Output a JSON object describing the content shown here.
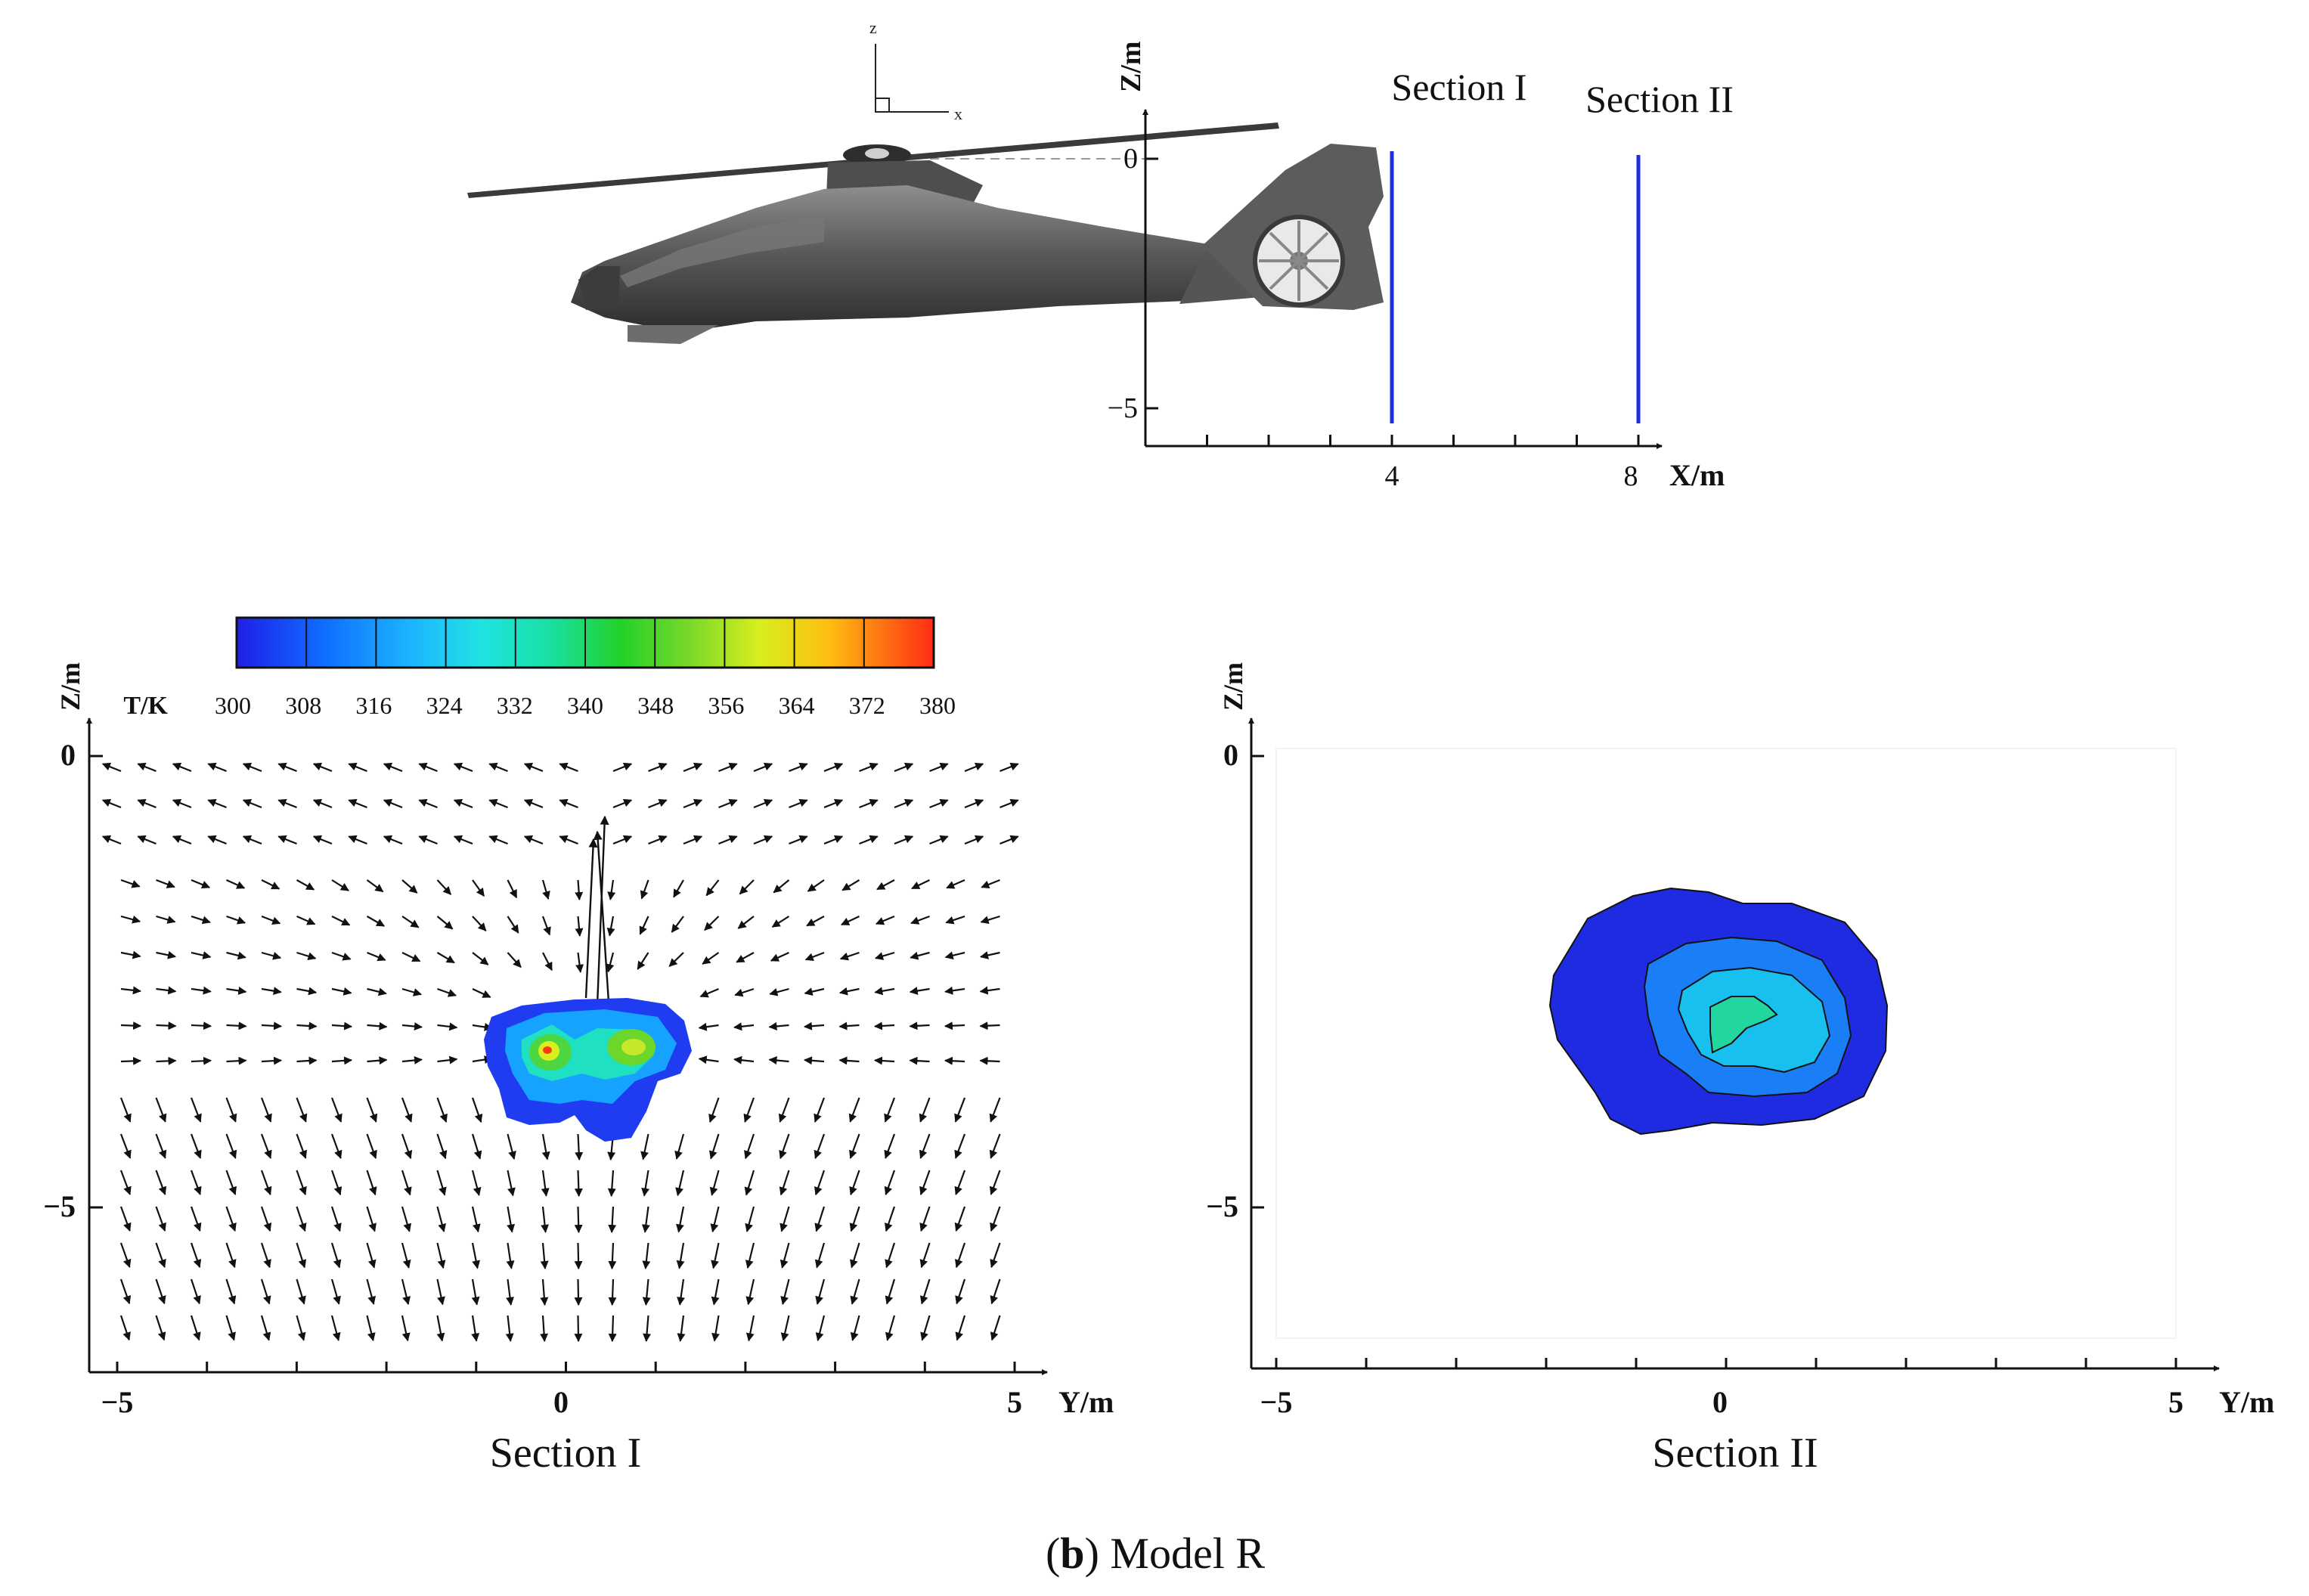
{
  "top_diagram": {
    "triad": {
      "z": "z",
      "x": "x"
    },
    "section_labels": [
      "Section I",
      "Section II"
    ],
    "z_axis_label": "Z/m",
    "x_axis_label": "X/m",
    "z_ticks": [
      "0",
      "−5"
    ],
    "x_ticks": [
      "4",
      "8"
    ],
    "section_x_values": [
      4,
      8
    ],
    "line_color": "#1d2fe0"
  },
  "section_1": {
    "title": "Section I",
    "y_axis_label": "Y/m",
    "z_axis_label": "Z/m",
    "y_ticks": [
      "−5",
      "0",
      "5"
    ],
    "z_ticks": [
      "0",
      "−5"
    ]
  },
  "section_2": {
    "title": "Section II",
    "y_axis_label": "Y/m",
    "z_axis_label": "Z/m",
    "y_ticks": [
      "−5",
      "0",
      "5"
    ],
    "z_ticks": [
      "0",
      "−5"
    ]
  },
  "colorbar": {
    "label": "T/K",
    "ticks": [
      "300",
      "308",
      "316",
      "324",
      "332",
      "340",
      "348",
      "356",
      "364",
      "372",
      "380"
    ],
    "colors": [
      "#1f1fe6",
      "#0f72ff",
      "#1cb5ff",
      "#20e3e3",
      "#19e0a3",
      "#22d12a",
      "#64d52a",
      "#a6e22c",
      "#f2f21c",
      "#ff9a12",
      "#ff2b14"
    ]
  },
  "caption": {
    "letter": "b",
    "text": "Model R"
  }
}
